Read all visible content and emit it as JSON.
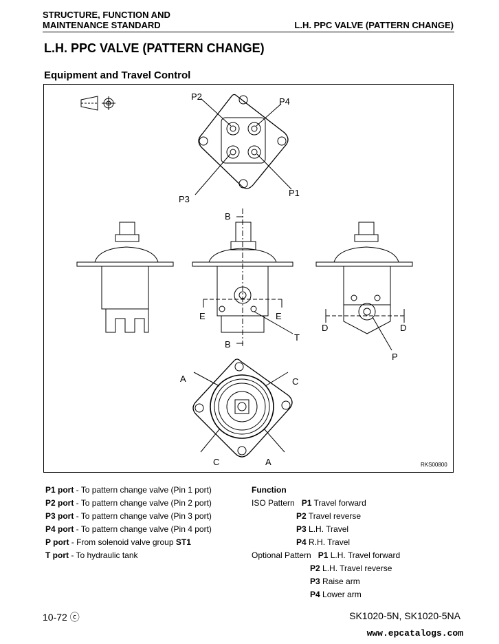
{
  "header": {
    "left_line1": "STRUCTURE, FUNCTION AND",
    "left_line2": "MAINTENANCE STANDARD",
    "right": "L.H. PPC VALVE (PATTERN CHANGE)"
  },
  "title": "L.H. PPC VALVE (PATTERN CHANGE)",
  "subtitle": "Equipment and Travel Control",
  "figure": {
    "labels": {
      "p1": "P1",
      "p2": "P2",
      "p3": "P3",
      "p4": "P4",
      "b": "B",
      "e": "E",
      "d": "D",
      "t": "T",
      "p": "P",
      "a": "A",
      "c": "C"
    },
    "code": "RKS00800"
  },
  "ports": [
    {
      "name": "P1 port",
      "desc": " - To pattern change valve (Pin 1 port)"
    },
    {
      "name": "P2 port",
      "desc": " - To pattern change valve (Pin 2 port)"
    },
    {
      "name": "P3 port",
      "desc": " - To pattern change valve (Pin 3 port)"
    },
    {
      "name": "P4 port",
      "desc": " - To pattern change valve (Pin 4 port)"
    },
    {
      "name": "P port",
      "desc": " - From solenoid valve group ",
      "extra": "ST1"
    },
    {
      "name": "T port",
      "desc": " - To hydraulic tank"
    }
  ],
  "function": {
    "heading": "Function",
    "iso_label": "ISO Pattern",
    "iso": [
      {
        "port": "P1",
        "text": " Travel forward"
      },
      {
        "port": "P2",
        "text": " Travel reverse"
      },
      {
        "port": "P3",
        "text": " L.H. Travel"
      },
      {
        "port": "P4",
        "text": " R.H. Travel"
      }
    ],
    "opt_label": "Optional Pattern",
    "opt": [
      {
        "port": "P1",
        "text": " L.H. Travel forward"
      },
      {
        "port": "P2",
        "text": " L.H. Travel reverse"
      },
      {
        "port": "P3",
        "text": " Raise arm"
      },
      {
        "port": "P4",
        "text": " Lower arm"
      }
    ]
  },
  "footer": {
    "page": "10-72 ⓒ",
    "models": "SK1020-5N, SK1020-5NA",
    "watermark": "www.epcatalogs.com"
  }
}
